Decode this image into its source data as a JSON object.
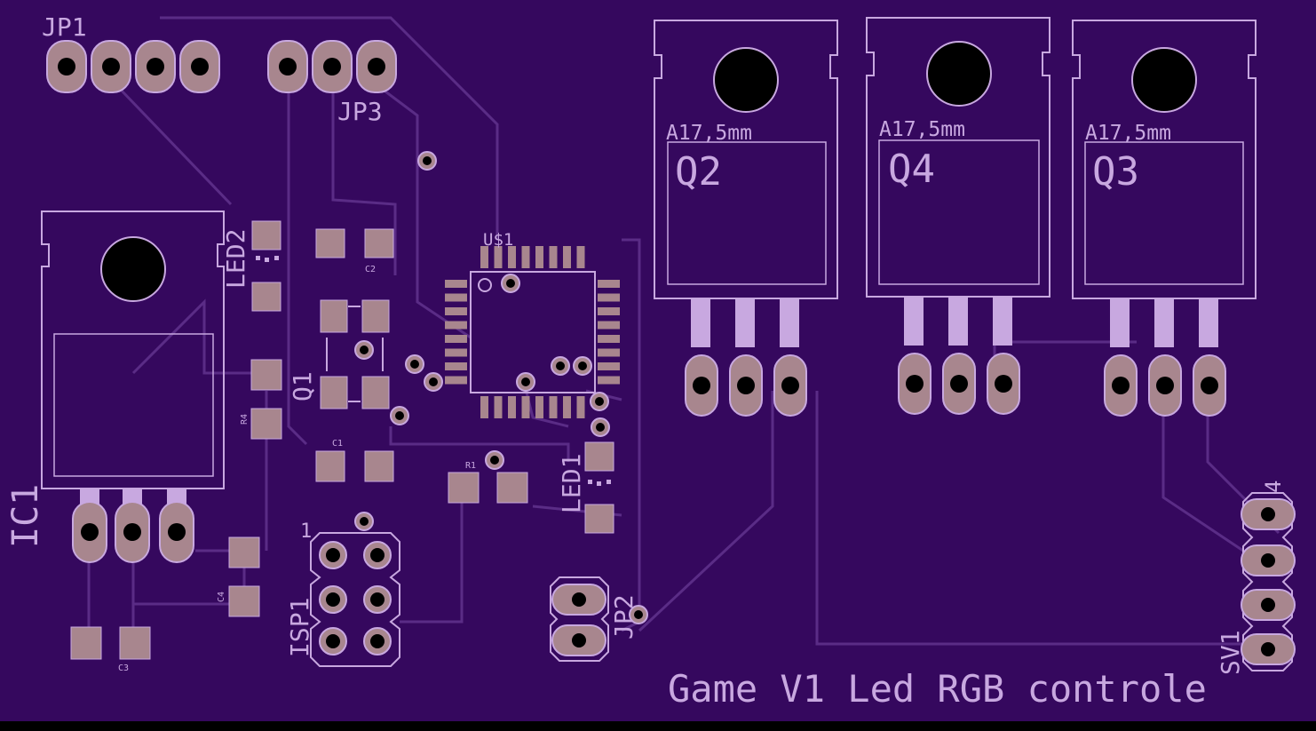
{
  "board": {
    "title": "Game V1 Led RGB controle",
    "colors": {
      "board": "#35085e",
      "silk": "#c8a8e0",
      "trace": "#5a2c86",
      "pad": "#a8868e",
      "hole": "#000000"
    }
  },
  "labels": {
    "jp1": "JP1",
    "jp2": "JP2",
    "jp3": "JP3",
    "ic1": "IC1",
    "q1": "Q1",
    "q2": "Q2",
    "q3": "Q3",
    "q4": "Q4",
    "u1": "U$1",
    "led1": "LED1",
    "led2": "LED2",
    "isp1": "ISP1",
    "isp1_pin": "1",
    "sv1": "SV1",
    "sv1_pin": "4",
    "r1": "R1",
    "r4": "R4",
    "c1": "C1",
    "c2": "C2",
    "c3": "C3",
    "c4": "C4",
    "heatsink_q2": "A17,5mm",
    "heatsink_q4": "A17,5mm",
    "heatsink_q3": "A17,5mm"
  }
}
